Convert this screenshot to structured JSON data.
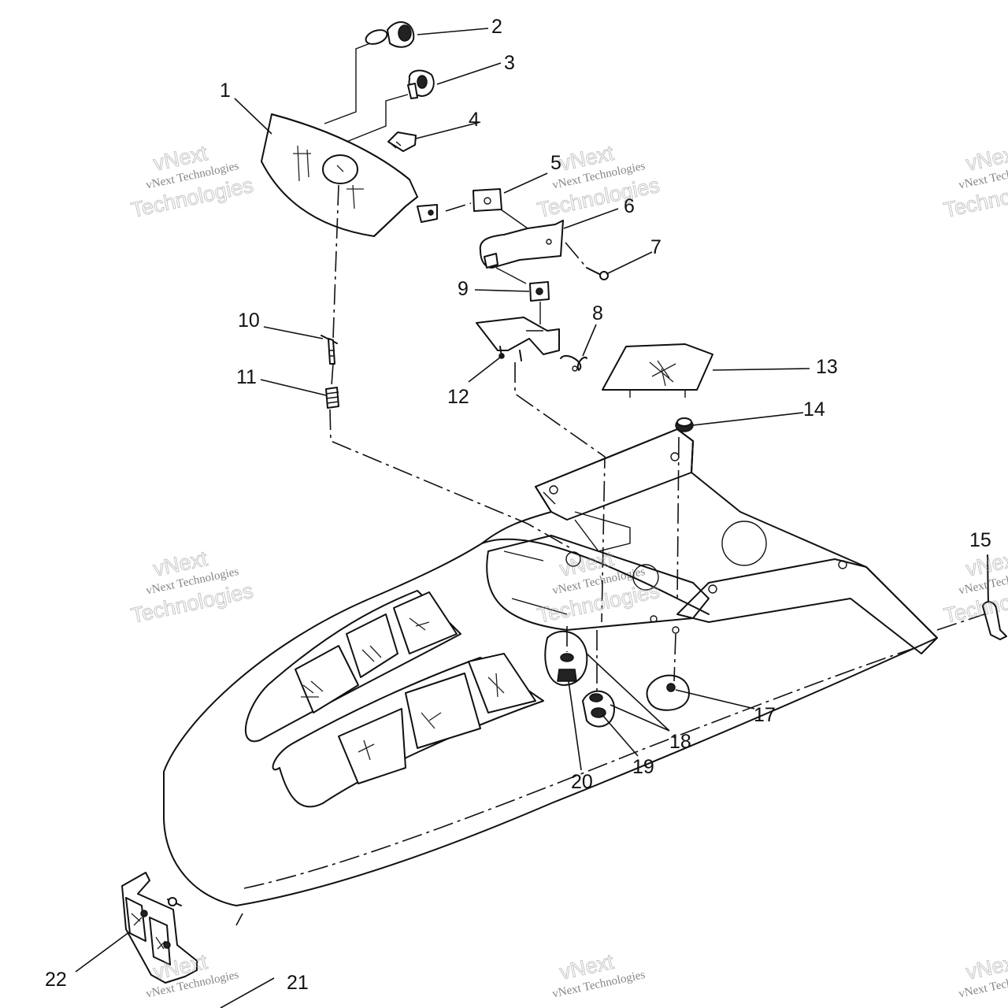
{
  "callouts": [
    {
      "id": "1",
      "label": "1"
    },
    {
      "id": "2",
      "label": "2"
    },
    {
      "id": "3",
      "label": "3"
    },
    {
      "id": "4",
      "label": "4"
    },
    {
      "id": "5",
      "label": "5"
    },
    {
      "id": "6",
      "label": "6"
    },
    {
      "id": "7",
      "label": "7"
    },
    {
      "id": "8",
      "label": "8"
    },
    {
      "id": "9",
      "label": "9"
    },
    {
      "id": "10",
      "label": "10"
    },
    {
      "id": "11",
      "label": "11"
    },
    {
      "id": "12",
      "label": "12"
    },
    {
      "id": "13",
      "label": "13"
    },
    {
      "id": "14",
      "label": "14"
    },
    {
      "id": "15",
      "label": "15"
    },
    {
      "id": "17",
      "label": "17"
    },
    {
      "id": "18",
      "label": "18"
    },
    {
      "id": "19",
      "label": "19"
    },
    {
      "id": "20",
      "label": "20"
    },
    {
      "id": "21",
      "label": "21"
    },
    {
      "id": "22",
      "label": "22"
    }
  ],
  "watermark": {
    "line1": "vNext Technologies",
    "line2": "vNext",
    "line3": "Technologies"
  }
}
